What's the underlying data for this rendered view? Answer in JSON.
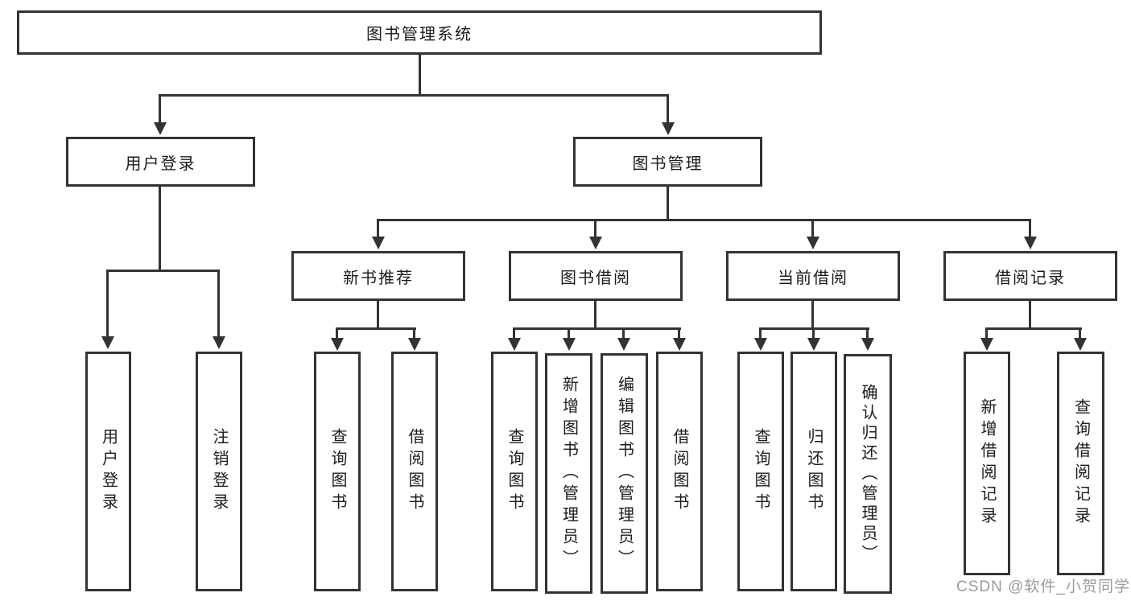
{
  "diagram": {
    "root": {
      "label": "图书管理系统"
    },
    "level2": [
      {
        "label": "用户登录"
      },
      {
        "label": "图书管理"
      }
    ],
    "level3": [
      {
        "label": "新书推荐"
      },
      {
        "label": "图书借阅"
      },
      {
        "label": "当前借阅"
      },
      {
        "label": "借阅记录"
      }
    ],
    "leaves": {
      "user_login": [
        {
          "label": "用户登录"
        },
        {
          "label": "注销登录"
        }
      ],
      "new_book": [
        {
          "label": "查询图书"
        },
        {
          "label": "借阅图书"
        }
      ],
      "book_borrow": [
        {
          "label": "查询图书"
        },
        {
          "label": "新增图书（管理员）"
        },
        {
          "label": "编辑图书（管理员）"
        },
        {
          "label": "借阅图书"
        }
      ],
      "current_borrow": [
        {
          "label": "查询图书"
        },
        {
          "label": "归还图书"
        },
        {
          "label": "确认归还（管理员）"
        }
      ],
      "borrow_record": [
        {
          "label": "新增借阅记录"
        },
        {
          "label": "查询借阅记录"
        }
      ]
    }
  },
  "watermark": {
    "text": "CSDN @软件_小贺同学"
  },
  "colors": {
    "line": "#333333",
    "box_background": "#ffffff",
    "text": "#1c1c1c",
    "watermark": "#9b9ba0"
  }
}
